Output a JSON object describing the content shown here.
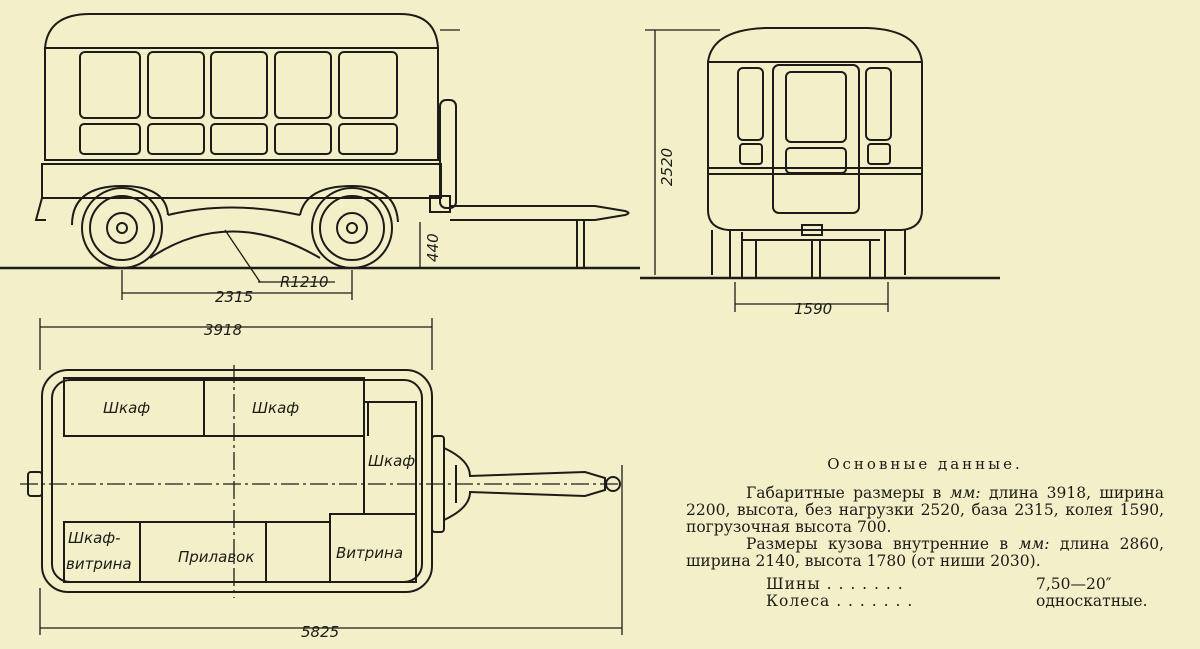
{
  "dimensions": {
    "base": "2315",
    "radius": "R1210",
    "ground_clearance": "440",
    "height": "2520",
    "track": "1590",
    "body_length": "3918",
    "total_length": "5825"
  },
  "plan_labels": {
    "cabinet_1": "Шкаф",
    "cabinet_2": "Шкаф",
    "cabinet_3": "Шкаф",
    "display_cabinet_1": "Шкаф-",
    "display_cabinet_2": "витрина",
    "counter": "Прилавок",
    "display_case": "Витрина"
  },
  "spec": {
    "title": "Основные данные.",
    "p1_a": "Габаритные размеры в",
    "p1_unit": "мм:",
    "p1_b": "длина 3918, ширина 2200, высота, без нагрузки 2520, база 2315, колея 1590, погрузочная высота 700.",
    "p2_a": "Размеры кузова внутренние в",
    "p2_unit": "мм:",
    "p2_b": "длина 2860, ширина 2140, высота 1780 (от ниши 2030).",
    "tires_label": "Шины . . . . . . .",
    "tires_value": "7,50—20″",
    "wheels_label": "Колеса . . . . . . .",
    "wheels_value": "односкатные."
  }
}
